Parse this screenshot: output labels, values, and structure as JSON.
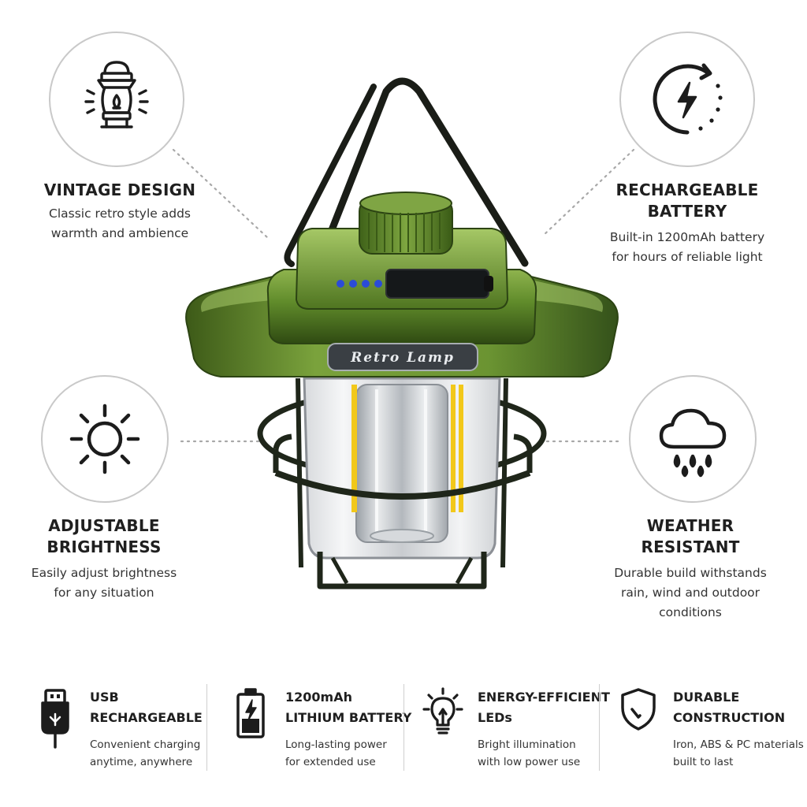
{
  "product": {
    "badge_text": "Retro Lamp"
  },
  "features": {
    "vintage": {
      "icon": "lantern-icon",
      "title": "VINTAGE DESIGN",
      "desc_line1": "Classic retro style adds",
      "desc_line2": "warmth and ambience"
    },
    "battery": {
      "icon": "charging-cycle-icon",
      "title_line1": "RECHARGEABLE",
      "title_line2": "BATTERY",
      "desc_line1": "Built-in 1200mAh battery",
      "desc_line2": "for hours of reliable light"
    },
    "brightness": {
      "icon": "sun-icon",
      "title_line1": "ADJUSTABLE",
      "title_line2": "BRIGHTNESS",
      "desc_line1": "Easily adjust brightness",
      "desc_line2": "for any situation"
    },
    "weather": {
      "icon": "rain-cloud-icon",
      "title_line1": "WEATHER",
      "title_line2": "RESISTANT",
      "desc_line1": "Durable build withstands",
      "desc_line2": "rain, wind and outdoor",
      "desc_line3": "conditions"
    }
  },
  "bottom_features": [
    {
      "icon": "usb-icon",
      "title_line1": "USB",
      "title_line2": "RECHARGEABLE",
      "desc_line1": "Convenient charging",
      "desc_line2": "anytime, anywhere"
    },
    {
      "icon": "battery-icon",
      "title_line1": "1200mAh",
      "title_line2": "LITHIUM BATTERY",
      "desc_line1": "Long-lasting power",
      "desc_line2": "for extended use"
    },
    {
      "icon": "lightbulb-icon",
      "title_line1": "ENERGY-EFFICIENT",
      "title_line2": "LEDs",
      "desc_line1": "Bright illumination",
      "desc_line2": "with low power use"
    },
    {
      "icon": "shield-icon",
      "title_line1": "DURABLE",
      "title_line2": "CONSTRUCTION",
      "desc_line1": "Iron, ABS & PC materials",
      "desc_line2": "built to last"
    }
  ],
  "colors": {
    "lamp_green": "#5f8a2a",
    "indicator_blue": "#2b4bd8",
    "filament_yellow": "#f2c81a"
  }
}
